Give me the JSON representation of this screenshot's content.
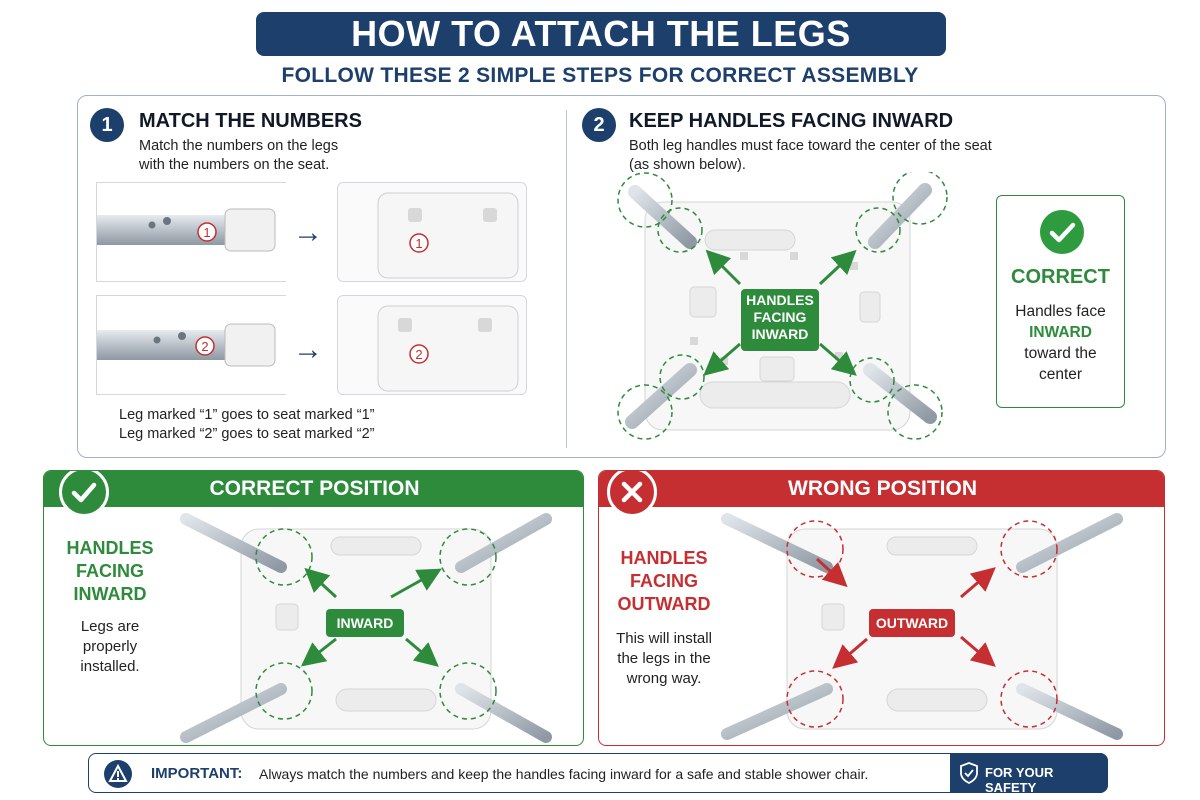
{
  "header": {
    "title": "HOW TO ATTACH THE LEGS",
    "subtitle": "FOLLOW THESE 2 SIMPLE STEPS FOR CORRECT ASSEMBLY"
  },
  "step1": {
    "number": "1",
    "title": "MATCH THE NUMBERS",
    "desc_line1": "Match the numbers on the legs",
    "desc_line2": "with the numbers on the seat.",
    "marker1": "1",
    "marker2": "2",
    "arrow": "→",
    "note1": "Leg marked “1” goes to seat marked “1”",
    "note2": "Leg marked “2” goes to seat marked “2”"
  },
  "step2": {
    "number": "2",
    "title": "KEEP HANDLES FACING INWARD",
    "desc_line1": "Both leg handles must face toward the center of the seat",
    "desc_line2": "(as shown below).",
    "tag_line1": "HANDLES",
    "tag_line2": "FACING",
    "tag_line3": "INWARD",
    "card_title": "CORRECT",
    "card_line1": "Handles face",
    "card_line2": "INWARD",
    "card_line3": "toward the",
    "card_line4": "center"
  },
  "correct_panel": {
    "header": "CORRECT POSITION",
    "head_line1": "HANDLES",
    "head_line2": "FACING",
    "head_line3": "INWARD",
    "text_line1": "Legs are",
    "text_line2": "properly",
    "text_line3": "installed.",
    "tag": "INWARD"
  },
  "wrong_panel": {
    "header": "WRONG POSITION",
    "head_line1": "HANDLES",
    "head_line2": "FACING",
    "head_line3": "OUTWARD",
    "text_line1": "This will install",
    "text_line2": "the legs in the",
    "text_line3": "wrong way.",
    "tag": "OUTWARD"
  },
  "footer": {
    "label": "IMPORTANT:",
    "text": "Always match the numbers and keep the handles facing inward for a safe and stable shower chair.",
    "badge": "FOR YOUR SAFETY"
  },
  "colors": {
    "navy": "#1d3f6b",
    "green": "#2e8b3c",
    "red": "#c62f31"
  }
}
